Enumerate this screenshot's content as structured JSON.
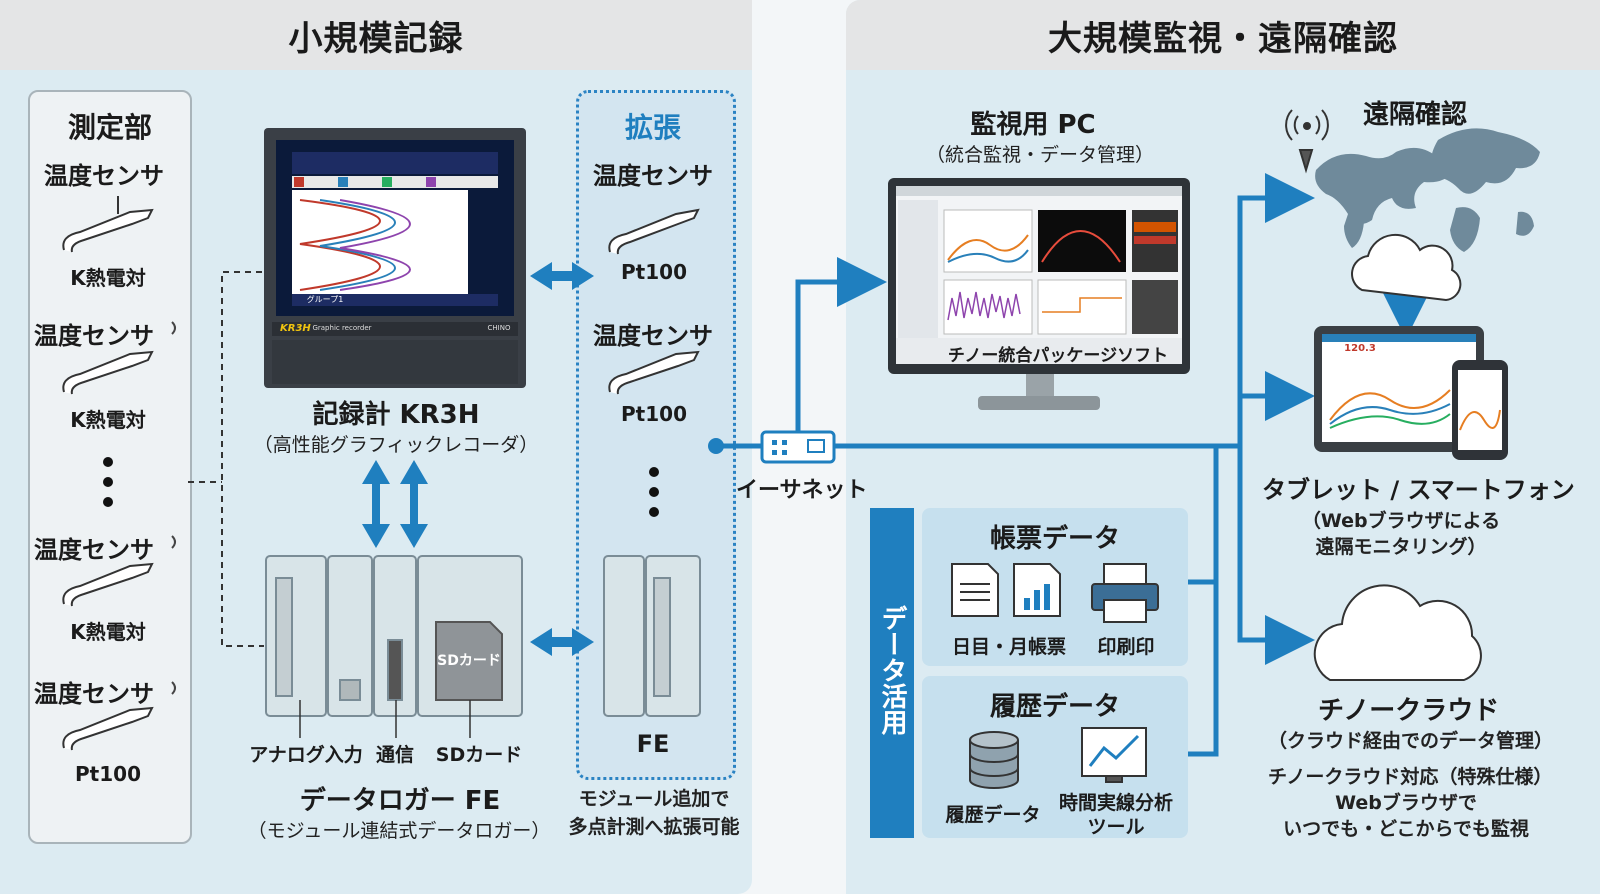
{
  "left_panel": {
    "title": "小規模記録",
    "measure": {
      "title": "測定部",
      "sensors": [
        {
          "name": "温度センサ",
          "type": "K熱電対"
        },
        {
          "name": "温度センサ",
          "type": "K熱電対"
        },
        {
          "name": "温度センサ",
          "type": "K熱電対"
        },
        {
          "name": "温度センサ",
          "type": "Pt100"
        }
      ]
    },
    "recorder": {
      "name": "記録計 KR3H",
      "desc": "（高性能グラフィックレコーダ）",
      "brand": "KR3H",
      "brand_sub": "Graphic recorder",
      "maker": "CHINO",
      "screen_group": "グループ1"
    },
    "logger": {
      "name": "データロガー FE",
      "desc": "（モジュール連結式データロガー）",
      "parts": [
        "アナログ入力",
        "通信",
        "SDカード"
      ],
      "sd_label": "SDカード"
    },
    "expansion": {
      "title": "拡張",
      "sensors": [
        {
          "name": "温度センサ",
          "type": "Pt100"
        },
        {
          "name": "温度センサ",
          "type": "Pt100"
        }
      ],
      "module": "FE",
      "note_1": "モジュール追加で",
      "note_2": "多点計測へ拡張可能"
    }
  },
  "ethernet_label": "イーサネット",
  "right_panel": {
    "title": "大規模監視・遠隔確認",
    "pc": {
      "name": "監視用 PC",
      "desc": "（統合監視・データ管理）",
      "software": "チノー統合パッケージソフト"
    },
    "data_use": {
      "title": "データ活用",
      "report": {
        "title": "帳票データ",
        "item_1": "日目・月帳票",
        "item_2": "印刷印"
      },
      "history": {
        "title": "履歴データ",
        "item_1": "履歴データ",
        "item_2a": "時間実線分析",
        "item_2b": "ツール"
      }
    },
    "remote": {
      "title": "遠隔確認"
    },
    "tablet": {
      "name": "タブレット / スマートフォン",
      "desc_1": "（Webブラウザによる",
      "desc_2": "遠隔モニタリング）",
      "value": "120.3"
    },
    "cloud": {
      "name": "チノークラウド",
      "desc": "（クラウド経由でのデータ管理）",
      "note_1": "チノークラウド対応（特殊仕様）",
      "note_2": "Webブラウザで",
      "note_3": "いつでも・どこからでも監視"
    }
  },
  "colors": {
    "accent": "#1f7fbf",
    "panel_bg": "#dcebf2",
    "header_bg": "#e4e5e6",
    "data_use_bar": "#1f7fbf"
  }
}
